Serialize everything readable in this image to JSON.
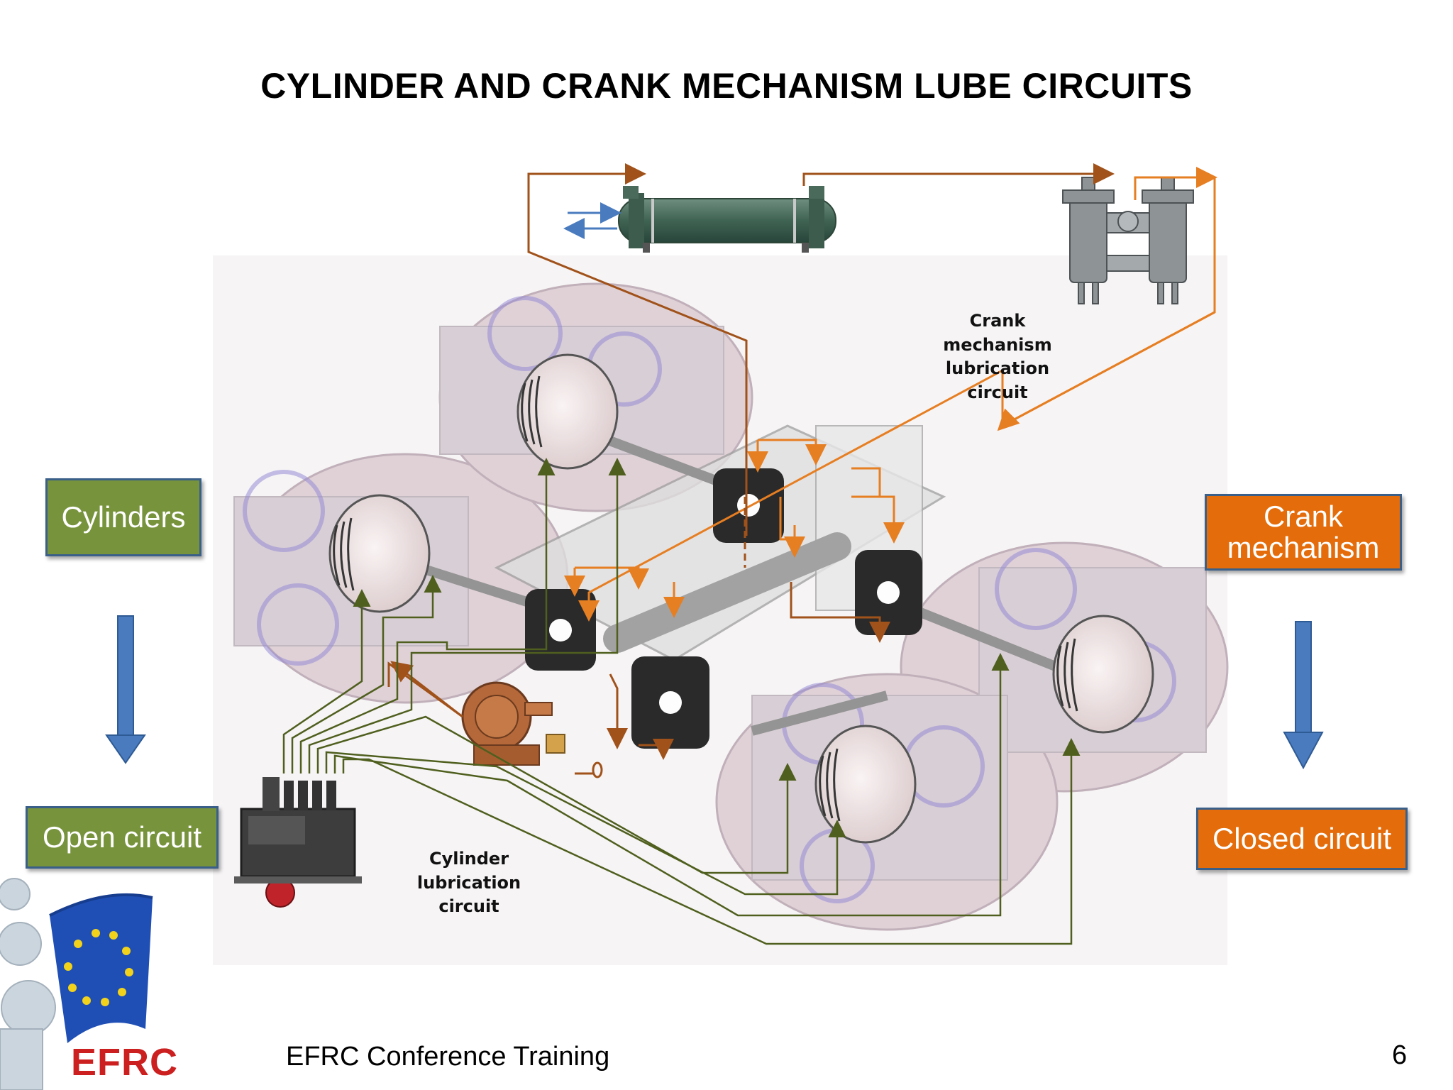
{
  "slide": {
    "title": "CYLINDER AND CRANK MECHANISM LUBE CIRCUITS",
    "footer": "EFRC Conference Training",
    "page_number": "6",
    "logo_text": "EFRC"
  },
  "left_column": {
    "top_box": "Cylinders",
    "bottom_box": "Open circuit",
    "color": "#77933c"
  },
  "right_column": {
    "top_box": "Crank mechanism",
    "bottom_box": "Closed circuit",
    "color": "#e46c0a"
  },
  "diagram_labels": {
    "crank_circuit": "Crank mechanism lubrication circuit",
    "cylinder_circuit": "Cylinder lubrication circuit"
  },
  "colors": {
    "crank_line": "#e67e22",
    "cooler_line": "#a0521a",
    "cylinder_line": "#4f5f1e",
    "down_arrow": "#4a7bbf"
  },
  "icons": [
    "eu-flag-icon",
    "compressor-icon",
    "oil-cooler-icon",
    "duplex-filter-icon",
    "gear-pump-icon",
    "lubricator-icon"
  ]
}
